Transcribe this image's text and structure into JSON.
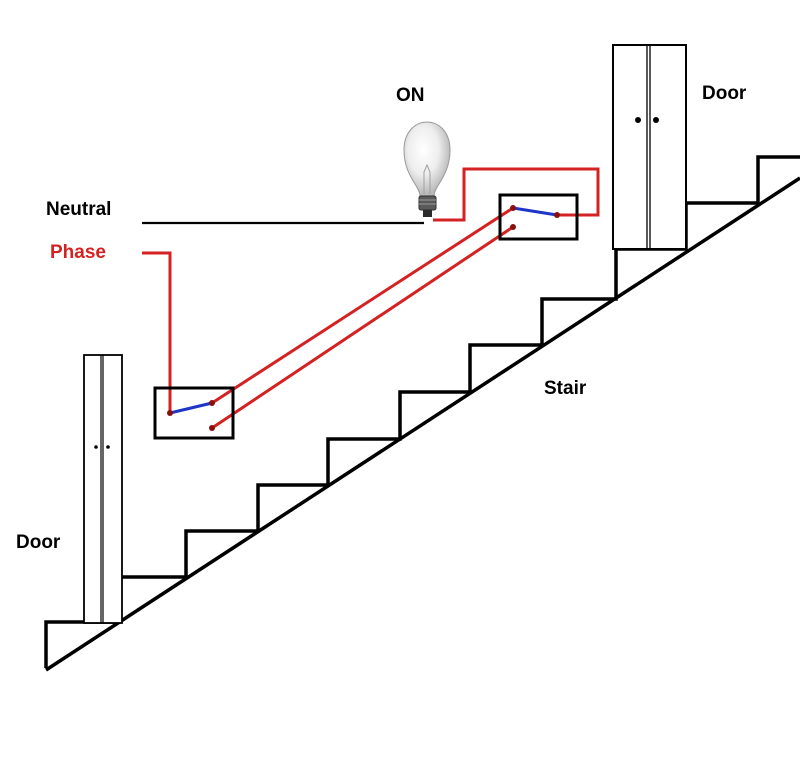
{
  "labels": {
    "lamp_state": "ON",
    "neutral": "Neutral",
    "phase": "Phase",
    "stair": "Stair",
    "door_upper": "Door",
    "door_lower": "Door"
  },
  "colors": {
    "phase_wire": "#d42222",
    "neutral_wire": "#000000",
    "switch_lever": "#1f35c8",
    "outline": "#000000"
  },
  "icons": {
    "lamp": "light-bulb-icon"
  }
}
